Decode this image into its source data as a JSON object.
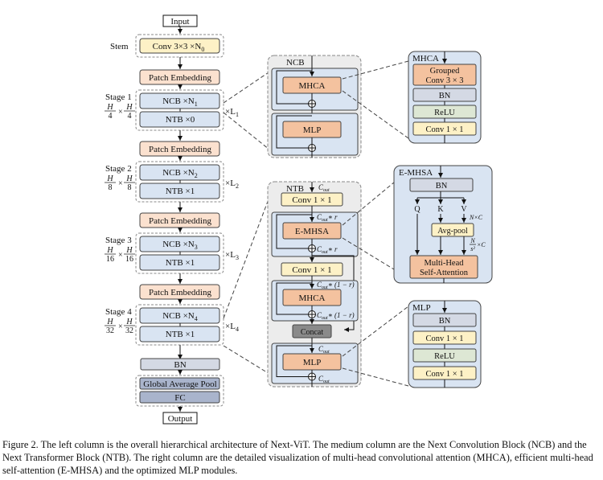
{
  "left_column": {
    "input": "Input",
    "stem_label": "Stem",
    "stem_conv": "Conv 3×3 ×N",
    "stem_conv_sub": "0",
    "patch_embedding": "Patch Embedding",
    "stages": [
      {
        "label": "Stage 1",
        "num": "H",
        "den": "4",
        "ncb": "NCB ×N",
        "ncb_sub": "1",
        "ntb": "NTB ×0",
        "repeat": "×L",
        "repeat_sub": "1"
      },
      {
        "label": "Stage 2",
        "num": "H",
        "den": "8",
        "ncb": "NCB ×N",
        "ncb_sub": "2",
        "ntb": "NTB ×1",
        "repeat": "×L",
        "repeat_sub": "2"
      },
      {
        "label": "Stage 3",
        "num": "H",
        "den": "16",
        "ncb": "NCB ×N",
        "ncb_sub": "3",
        "ntb": "NTB ×1",
        "repeat": "×L",
        "repeat_sub": "3"
      },
      {
        "label": "Stage 4",
        "num": "H",
        "den": "32",
        "ncb": "NCB ×N",
        "ncb_sub": "4",
        "ntb": "NTB ×1",
        "repeat": "×L",
        "repeat_sub": "4"
      }
    ],
    "bn": "BN",
    "gap": "Global Average Pool",
    "fc": "FC",
    "output": "Output"
  },
  "ncb": {
    "title": "NCB",
    "mhca": "MHCA",
    "mlp": "MLP"
  },
  "ntb": {
    "title": "NTB",
    "c_out": "C",
    "c_out_sub": "out",
    "c_out_r": "∗ r",
    "c_out_1r": "∗ (1 − r)",
    "conv": "Conv 1 × 1",
    "emhsa": "E-MHSA",
    "mhca": "MHCA",
    "concat": "Concat",
    "mlp": "MLP"
  },
  "mhca_detail": {
    "title": "MHCA",
    "grouped_1": "Grouped",
    "grouped_2": "Conv 3 × 3",
    "bn": "BN",
    "relu": "ReLU",
    "conv": "Conv 1 × 1"
  },
  "emhsa_detail": {
    "title": "E-MHSA",
    "bn": "BN",
    "q": "Q",
    "k": "K",
    "v": "V",
    "nc": "N×C",
    "avgpool": "Avg-pool",
    "ratio_num": "N",
    "ratio_den": "s²",
    "ratio_mul": "×C",
    "attn_1": "Multi-Head",
    "attn_2": "Self-Attention"
  },
  "mlp_detail": {
    "title": "MLP",
    "bn": "BN",
    "conv1": "Conv 1 × 1",
    "relu": "ReLU",
    "conv2": "Conv 1 × 1"
  },
  "caption": "Figure 2. The left column is the overall hierarchical architecture of Next-ViT. The medium column are the Next Convolution Block (NCB) and the Next Transformer Block (NTB). The right column are the detailed visualization of multi-head convolutional attention (MHCA), efficient multi-head self-attention (E-MHSA) and the optimized MLP modules.",
  "colors": {
    "conv_yellow": "#fdf1c6",
    "patch_orange": "#fbe1cf",
    "block_blue": "#d9e4f2",
    "attn_orange": "#f4c29f",
    "bn_gray": "#d4d9e4",
    "relu_green": "#dde7d4",
    "gap_slate": "#a9b4cc",
    "concat_gray": "#8a8a8a",
    "panel_gray": "#ececec"
  }
}
